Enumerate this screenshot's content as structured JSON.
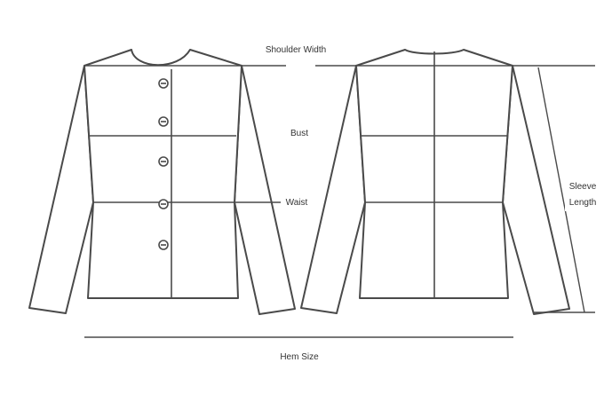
{
  "labels": {
    "shoulder_width": "Shoulder Width",
    "bust": "Bust",
    "waist": "Waist",
    "sleeve_line1": "Sleeve",
    "sleeve_line2": "Length",
    "hem_size": "Hem Size"
  },
  "colors": {
    "line": "#4a4a4a",
    "text": "#333333",
    "background": "#ffffff"
  }
}
